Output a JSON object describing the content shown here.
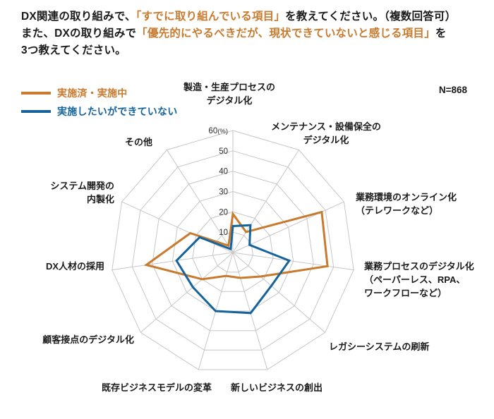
{
  "header": {
    "line1_pre": "DX関連の取り組みで、",
    "line1_highlight": "「すでに取り組んでいる項目」",
    "line1_post": "を教えてください。（複数回答可）",
    "line2_pre": "また、DXの取り組みで",
    "line2_highlight": "「優先的にやるべきだが、現状できていないと感じる項目」",
    "line2_post": "を",
    "line3": "3つ教えてください。",
    "highlight_color": "#C87A2E"
  },
  "sample_size": "N=868",
  "legend": {
    "items": [
      {
        "label": "実施済・実施中",
        "color": "#C87A2E"
      },
      {
        "label": "実施したいができていない",
        "color": "#16639C"
      }
    ]
  },
  "chart_data": {
    "type": "radar",
    "unit": "%",
    "r_max": 60,
    "r_ticks": [
      10,
      20,
      30,
      40,
      50,
      60
    ],
    "grid": true,
    "legend_position": "top-left",
    "categories": [
      "製造・生産プロセスの\nデジタル化",
      "メンテナンス・設備保全の\nデジタル化",
      "業務環境のオンライン化\n（テレワークなど）",
      "業務プロセスのデジタル化\n（ペーパーレス、RPA、\nワークフローなど）",
      "レガシーシステムの刷新",
      "新しいビジネスの創出",
      "既存ビジネスモデルの変革",
      "顧客接点のデジタル化",
      "DX人材の採用",
      "システム開発の\n内製化",
      "その他"
    ],
    "series": [
      {
        "name": "実施済・実施中",
        "color": "#C87A2E",
        "values": [
          19,
          12,
          48,
          47,
          18,
          13,
          12,
          20,
          43,
          23,
          4
        ]
      },
      {
        "name": "実施したいができていない",
        "color": "#16639C",
        "values": [
          13,
          16,
          9,
          28,
          25,
          31,
          30,
          26,
          28,
          18,
          2
        ]
      }
    ]
  }
}
